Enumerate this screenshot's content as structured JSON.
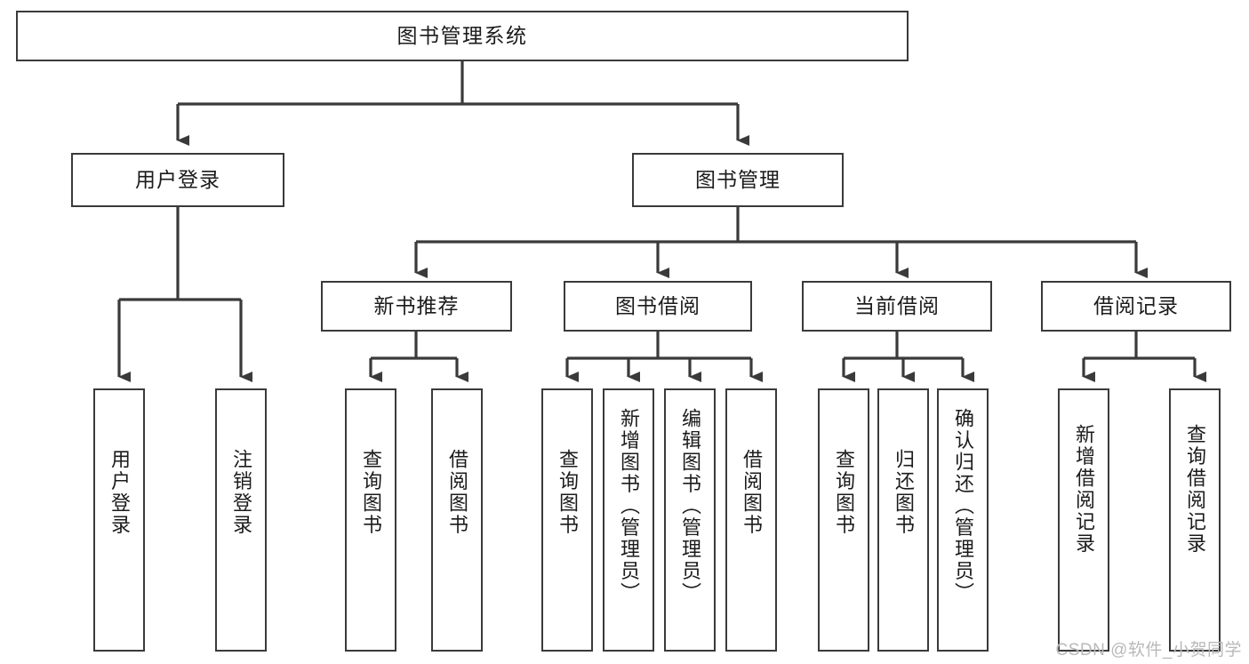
{
  "diagram": {
    "title": "图书管理系统",
    "type": "tree",
    "background": "#ffffff",
    "line_color": "#3a3a3a",
    "box_fill": "#ffffff",
    "text_color": "#1b1b1b"
  },
  "nodes": {
    "root": {
      "label": "图书管理系统"
    },
    "level1": [
      {
        "id": "user-login",
        "label": "用户登录"
      },
      {
        "id": "book-management",
        "label": "图书管理"
      }
    ],
    "level2": [
      {
        "id": "new-book-recommend",
        "label": "新书推荐"
      },
      {
        "id": "book-borrow",
        "label": "图书借阅"
      },
      {
        "id": "current-borrow",
        "label": "当前借阅"
      },
      {
        "id": "borrow-record",
        "label": "借阅记录"
      }
    ],
    "leaves": {
      "user-login": [
        {
          "id": "leaf-user-login",
          "label": "用户登录"
        },
        {
          "id": "leaf-user-logout",
          "label": "注销登录"
        }
      ],
      "new-book-recommend": [
        {
          "id": "leaf-query-book-1",
          "label": "查询图书"
        },
        {
          "id": "leaf-borrow-book-1",
          "label": "借阅图书"
        }
      ],
      "book-borrow": [
        {
          "id": "leaf-query-book-2",
          "label": "查询图书"
        },
        {
          "id": "leaf-add-book",
          "label": "新增图书（管理员）"
        },
        {
          "id": "leaf-edit-book",
          "label": "编辑图书（管理员）"
        },
        {
          "id": "leaf-borrow-book-2",
          "label": "借阅图书"
        }
      ],
      "current-borrow": [
        {
          "id": "leaf-query-book-3",
          "label": "查询图书"
        },
        {
          "id": "leaf-return-book",
          "label": "归还图书"
        },
        {
          "id": "leaf-confirm-return",
          "label": "确认归还（管理员）"
        }
      ],
      "borrow-record": [
        {
          "id": "leaf-add-record",
          "label": "新增借阅记录"
        },
        {
          "id": "leaf-query-record",
          "label": "查询借阅记录"
        }
      ]
    }
  },
  "watermark": {
    "text": "CSDN @软件_小贺同学"
  }
}
